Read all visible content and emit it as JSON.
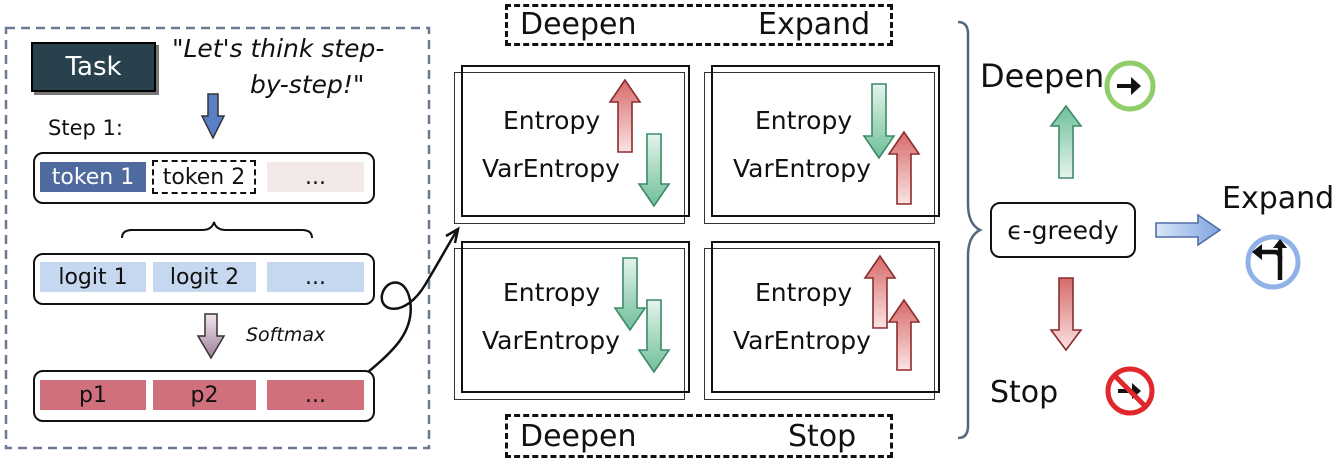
{
  "left_panel": {
    "task_label": "Task",
    "prompt_line1": "\"Let's think step-",
    "prompt_line2": "by-step!\"",
    "step_label": "Step 1:",
    "tokens": [
      "token 1",
      "token 2",
      "..."
    ],
    "logits": [
      "logit 1",
      "logit 2",
      "..."
    ],
    "probs": [
      "p1",
      "p2",
      "..."
    ],
    "softmax_label": "Softmax"
  },
  "quadrants": {
    "top_header": {
      "left": "Deepen",
      "right": "Expand"
    },
    "bottom_header": {
      "left": "Deepen",
      "right": "Stop"
    },
    "cells": [
      {
        "entropy": "Entropy",
        "varentropy": "VarEntropy",
        "entropy_dir": "up",
        "varentropy_dir": "down"
      },
      {
        "entropy": "Entropy",
        "varentropy": "VarEntropy",
        "entropy_dir": "down",
        "varentropy_dir": "up"
      },
      {
        "entropy": "Entropy",
        "varentropy": "VarEntropy",
        "entropy_dir": "down",
        "varentropy_dir": "down"
      },
      {
        "entropy": "Entropy",
        "varentropy": "VarEntropy",
        "entropy_dir": "up",
        "varentropy_dir": "up"
      }
    ]
  },
  "decision": {
    "policy_label": "ϵ-greedy",
    "deepen_label": "Deepen",
    "expand_label": "Expand",
    "stop_label": "Stop"
  },
  "colors": {
    "token_dark": "#4e6a9f",
    "token_light": "#f3e9e7",
    "logit": "#c6d8ef",
    "prob": "#d0707c",
    "up_arrow": "#d66b6b",
    "down_arrow": "#6fbf9a",
    "green_circle": "#8fce6a",
    "blue_circle": "#8fb2e8",
    "red_circle": "#e0282c",
    "task_bg": "#28414d",
    "dashed_border": "#6c7a93"
  },
  "icons": [
    "right-arrow-icon",
    "fork-arrow-icon",
    "no-entry-icon"
  ]
}
